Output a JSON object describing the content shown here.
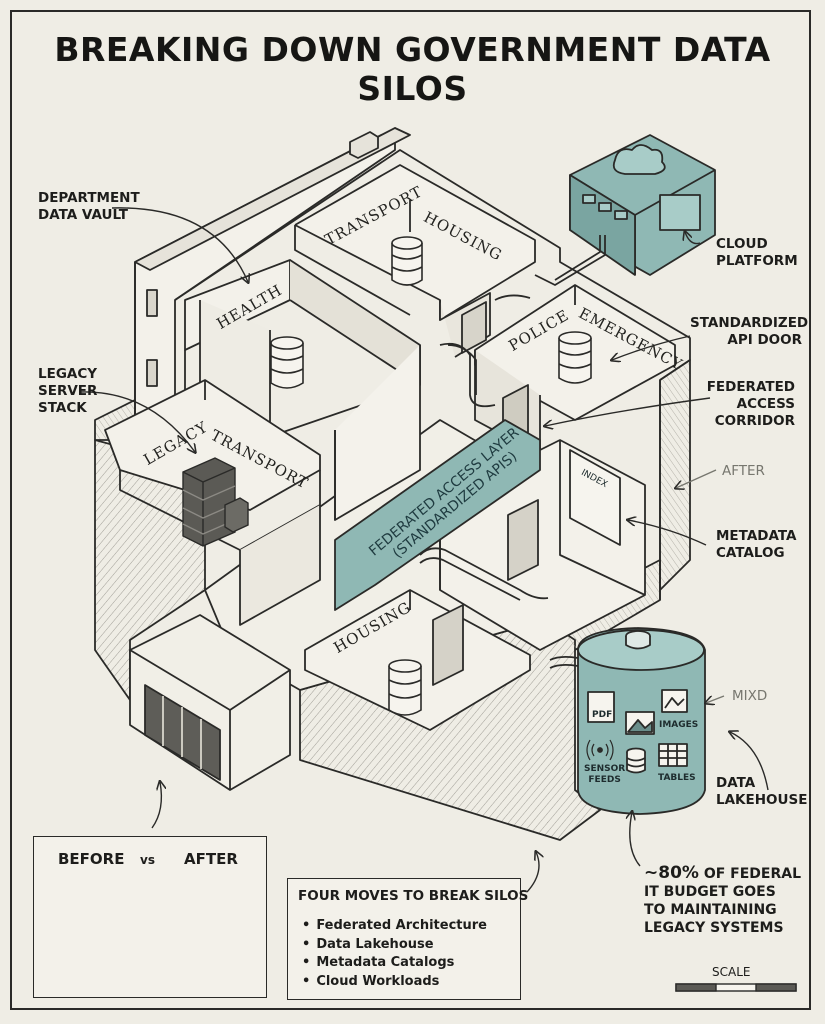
{
  "title": "BREAKING DOWN GOVERNMENT DATA SILOS",
  "callouts": {
    "department_vault": [
      "DEPARTMENT",
      "DATA VAULT"
    ],
    "legacy_stack": [
      "LEGACY",
      "SERVER",
      "STACK"
    ],
    "cloud_platform": [
      "CLOUD",
      "PLATFORM"
    ],
    "api_door": [
      "STANDARDIZED",
      "API DOOR"
    ],
    "access_corridor": [
      "FEDERATED",
      "ACCESS",
      "CORRIDOR"
    ],
    "after": "AFTER",
    "metadata_catalog": [
      "METADATA",
      "CATALOG"
    ],
    "mixed": "MIXD",
    "data_lakehouse": [
      "DATA",
      "LAKEHOUSE"
    ]
  },
  "rooms": {
    "transport_top": "TRANSPORT",
    "housing_top": "HOUSING",
    "health": "HEALTH",
    "police": "POLICE",
    "emergency": "EMERGENCY",
    "legacy": "LEGACY",
    "transport_left": "TRANSPORT",
    "housing_bottom": "HOUSING"
  },
  "corridor": [
    "FEDERATED ACCESS LAYER",
    "(STANDARDIZED APIS)"
  ],
  "catalog_sign": "INDEX",
  "lakehouse": {
    "pdf": "PDF",
    "images": "IMAGES",
    "sensor_feeds": [
      "SENSOR",
      "FEEDS"
    ],
    "tables": "TABLES"
  },
  "before_after": {
    "before": "BEFORE",
    "vs": "vs",
    "after": "AFTER"
  },
  "moves": {
    "heading": "FOUR MOVES TO BREAK SILOS",
    "items": [
      "Federated Architecture",
      "Data Lakehouse",
      "Metadata Catalogs",
      "Cloud Workloads"
    ]
  },
  "stat": {
    "percent": "~80%",
    "lines": [
      "OF FEDERAL",
      "IT BUDGET GOES",
      "TO MAINTAINING",
      "LEGACY SYSTEMS"
    ]
  },
  "scale": "SCALE",
  "colors": {
    "accent": "#8fb8b4",
    "accent_dark": "#5f8a87",
    "paper": "#efede5",
    "ink": "#2a2a28",
    "wall_shade": "#d9d6cc"
  }
}
